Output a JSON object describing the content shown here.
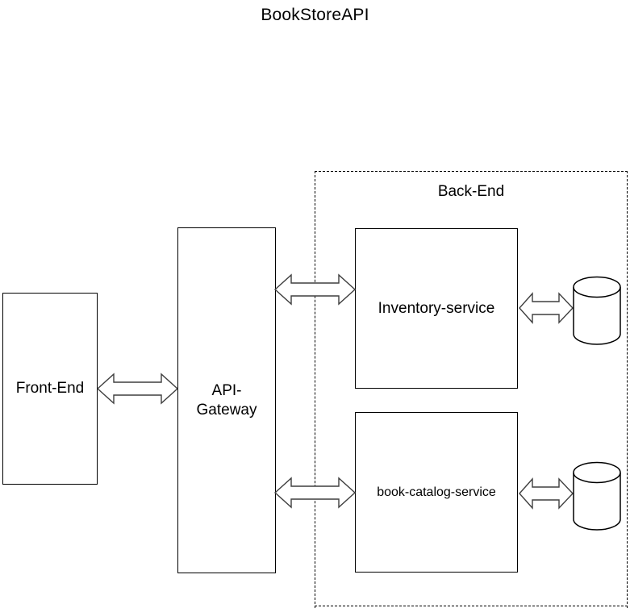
{
  "diagram": {
    "title": "BookStoreAPI",
    "nodes": {
      "frontend": {
        "label": "Front-End"
      },
      "gateway": {
        "label": "API-\nGateway"
      },
      "inventory_service": {
        "label": "Inventory-service"
      },
      "catalog_service": {
        "label": "book-catalog-service"
      },
      "inventory_db": {
        "label": ""
      },
      "catalog_db": {
        "label": ""
      }
    },
    "groups": {
      "backend": {
        "label": "Back-End"
      }
    },
    "connectors": [
      {
        "name": "frontend-to-gateway",
        "type": "double-arrow"
      },
      {
        "name": "gateway-to-inventory-service",
        "type": "double-arrow"
      },
      {
        "name": "gateway-to-catalog-service",
        "type": "double-arrow"
      },
      {
        "name": "inventory-service-to-inventory-db",
        "type": "double-arrow"
      },
      {
        "name": "catalog-service-to-catalog-db",
        "type": "double-arrow"
      }
    ],
    "colors": {
      "stroke": "#000000",
      "arrow_stroke": "#3f3f3f",
      "fill": "#ffffff"
    }
  }
}
